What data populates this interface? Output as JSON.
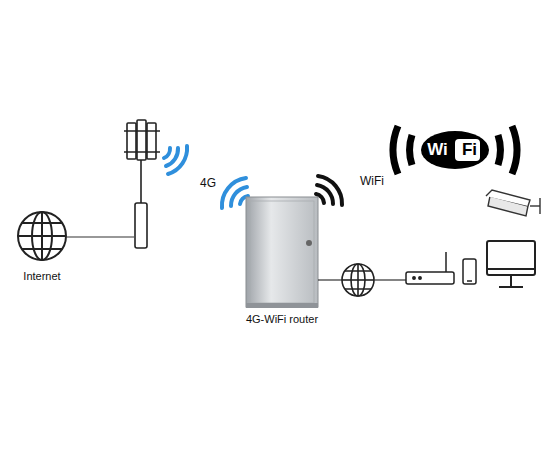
{
  "diagram": {
    "nodes": [
      {
        "text": [
          "Internet"
        ]
      },
      {
        "text": [
          "4G-WiFi router"
        ]
      }
    ],
    "labels": [
      "4G",
      "WiFi",
      "Wi",
      "Fi"
    ]
  }
}
